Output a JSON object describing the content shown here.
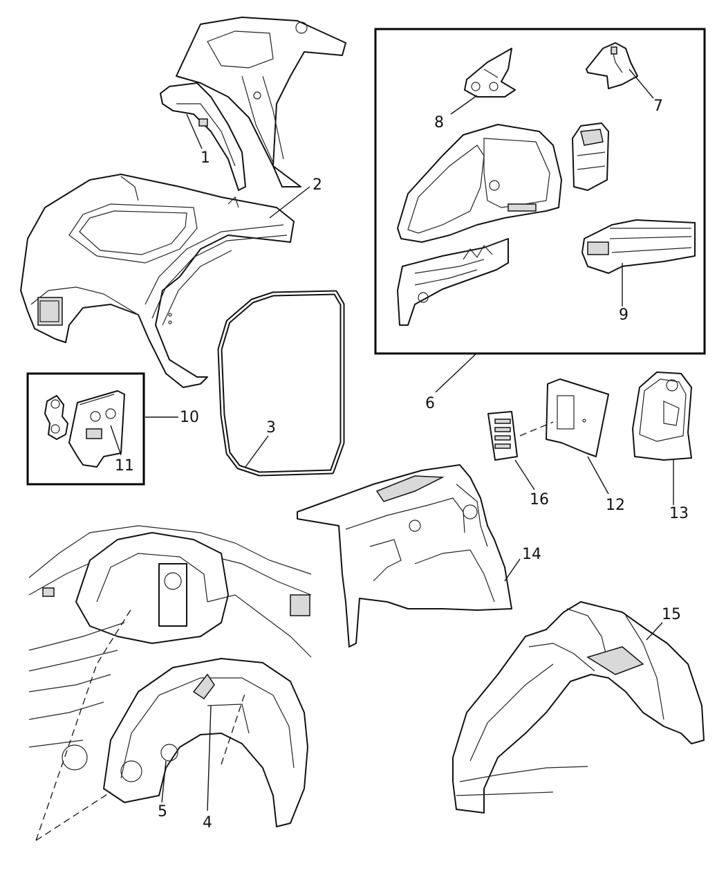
{
  "diagram": {
    "callouts": [
      {
        "id": "c1",
        "label": "1"
      },
      {
        "id": "c2",
        "label": "2"
      },
      {
        "id": "c3",
        "label": "3"
      },
      {
        "id": "c4",
        "label": "4"
      },
      {
        "id": "c5",
        "label": "5"
      },
      {
        "id": "c6",
        "label": "6"
      },
      {
        "id": "c7",
        "label": "7"
      },
      {
        "id": "c8",
        "label": "8"
      },
      {
        "id": "c9",
        "label": "9"
      },
      {
        "id": "c10",
        "label": "10"
      },
      {
        "id": "c11",
        "label": "11"
      },
      {
        "id": "c12",
        "label": "12"
      },
      {
        "id": "c13",
        "label": "13"
      },
      {
        "id": "c14",
        "label": "14"
      },
      {
        "id": "c15",
        "label": "15"
      },
      {
        "id": "c16",
        "label": "16"
      }
    ]
  },
  "colors": {
    "line": "#111111",
    "shade": "#d9d9d9",
    "background": "#ffffff"
  }
}
